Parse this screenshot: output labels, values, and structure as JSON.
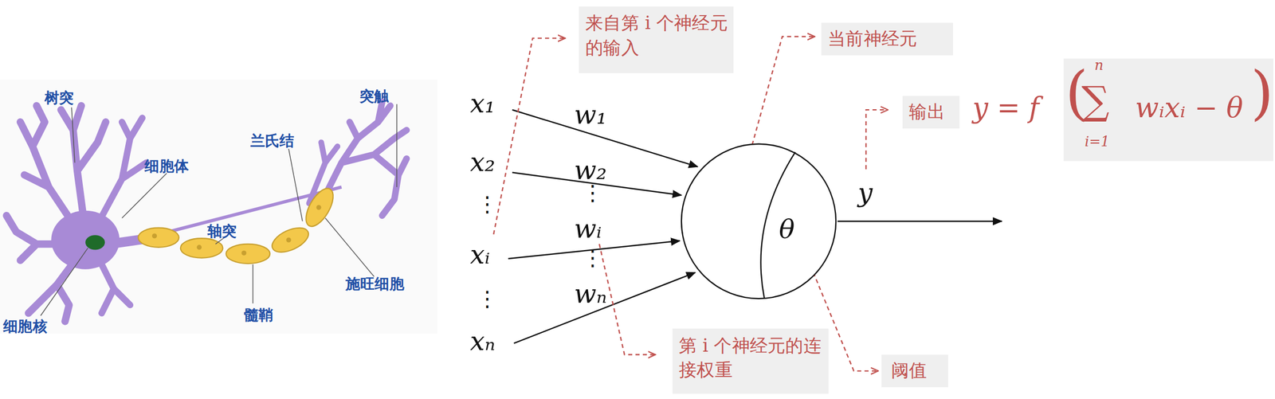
{
  "diagram": {
    "nodes": [
      {
        "text": [
          "θ"
        ]
      }
    ],
    "labels": [
      "树突",
      "突触",
      "细胞体",
      "兰氏结",
      "轴突",
      "施旺细胞",
      "髓鞘",
      "细胞核",
      "x₁",
      "x₂",
      "⋮",
      "xᵢ",
      "⋮",
      "xₙ",
      "w₁",
      "w₂",
      "⋮",
      "wᵢ",
      "⋮",
      "wₙ",
      "y",
      "来自第 i 个神经元的输入",
      "当前神经元",
      "输出",
      "y = f",
      "(",
      "n",
      "∑",
      "i=1",
      "wᵢxᵢ − θ",
      ")",
      "第 i 个神经元的连接权重",
      "阈值"
    ]
  }
}
